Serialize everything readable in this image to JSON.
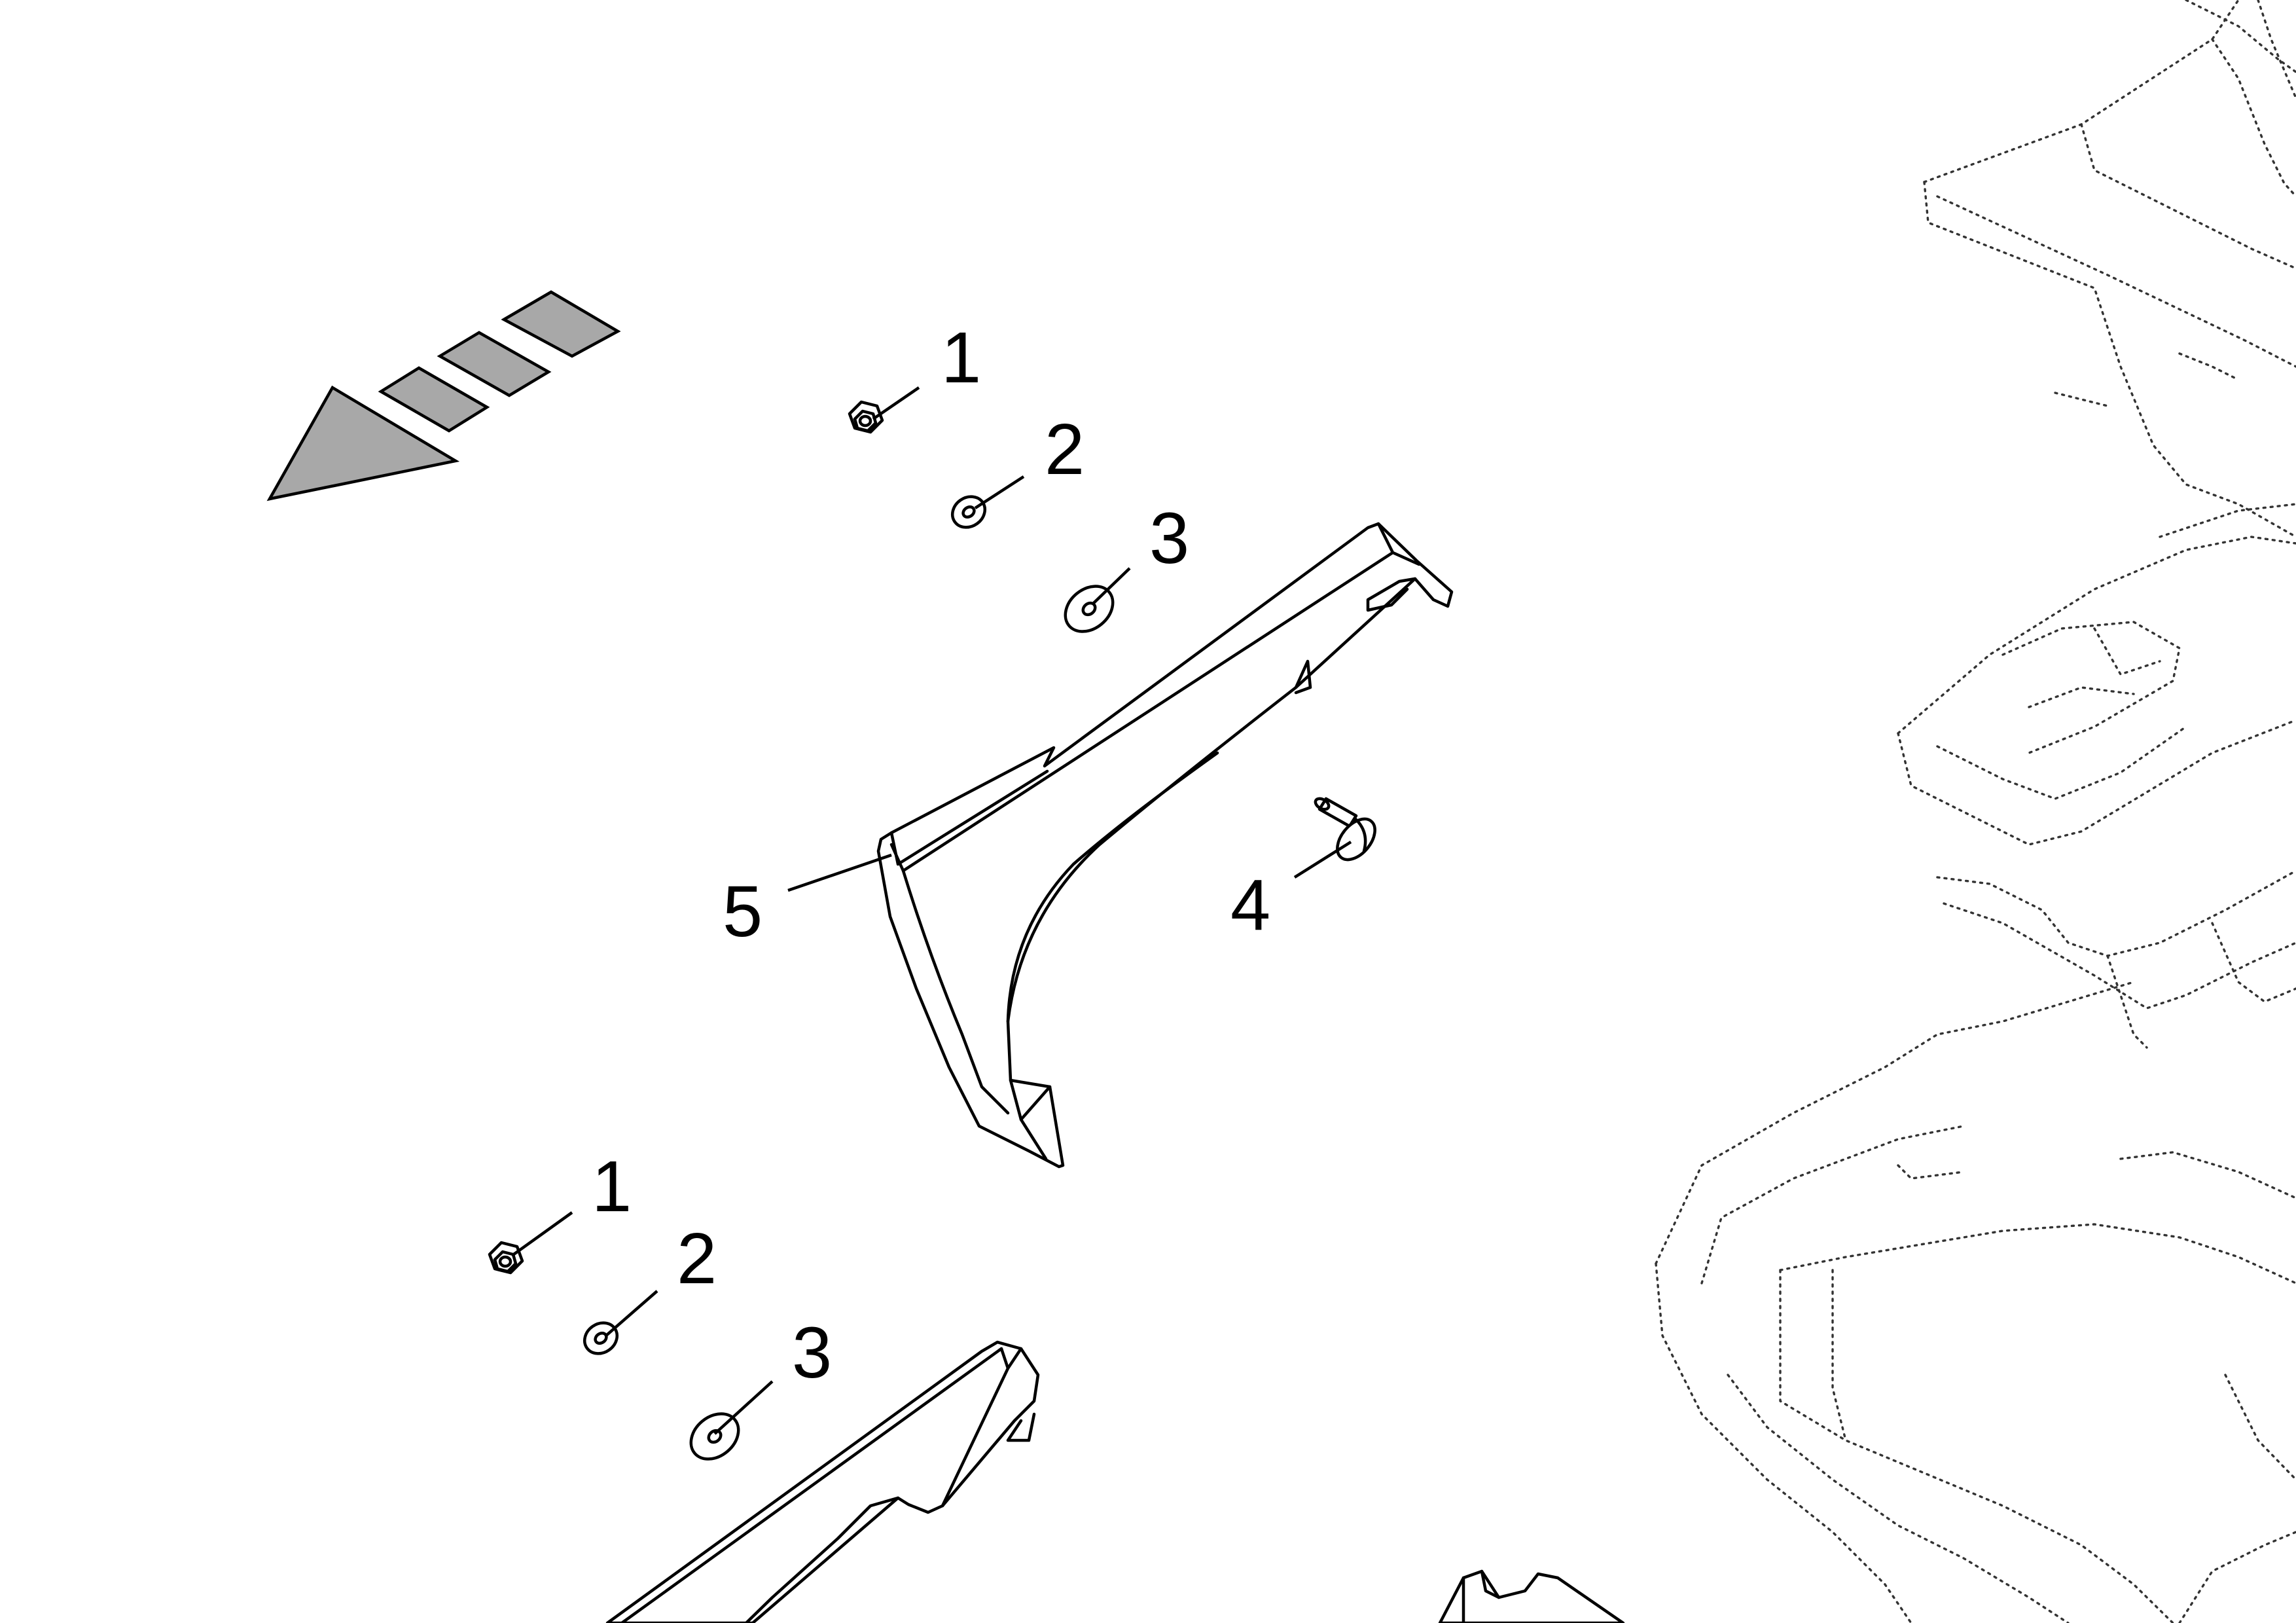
{
  "diagram": {
    "callouts": [
      {
        "id": "c1a",
        "label": "1"
      },
      {
        "id": "c2a",
        "label": "2"
      },
      {
        "id": "c3a",
        "label": "3"
      },
      {
        "id": "c4",
        "label": "4"
      },
      {
        "id": "c5",
        "label": "5"
      },
      {
        "id": "c1b",
        "label": "1"
      },
      {
        "id": "c2b",
        "label": "2"
      },
      {
        "id": "c3b",
        "label": "3"
      }
    ],
    "colors": {
      "line": "#000000",
      "direction_arrow_fill": "#a8a8a8",
      "ghost_outline": "#333333",
      "background": "#ffffff"
    },
    "icons": {
      "direction_arrow": "forward-direction-arrow-icon"
    }
  }
}
